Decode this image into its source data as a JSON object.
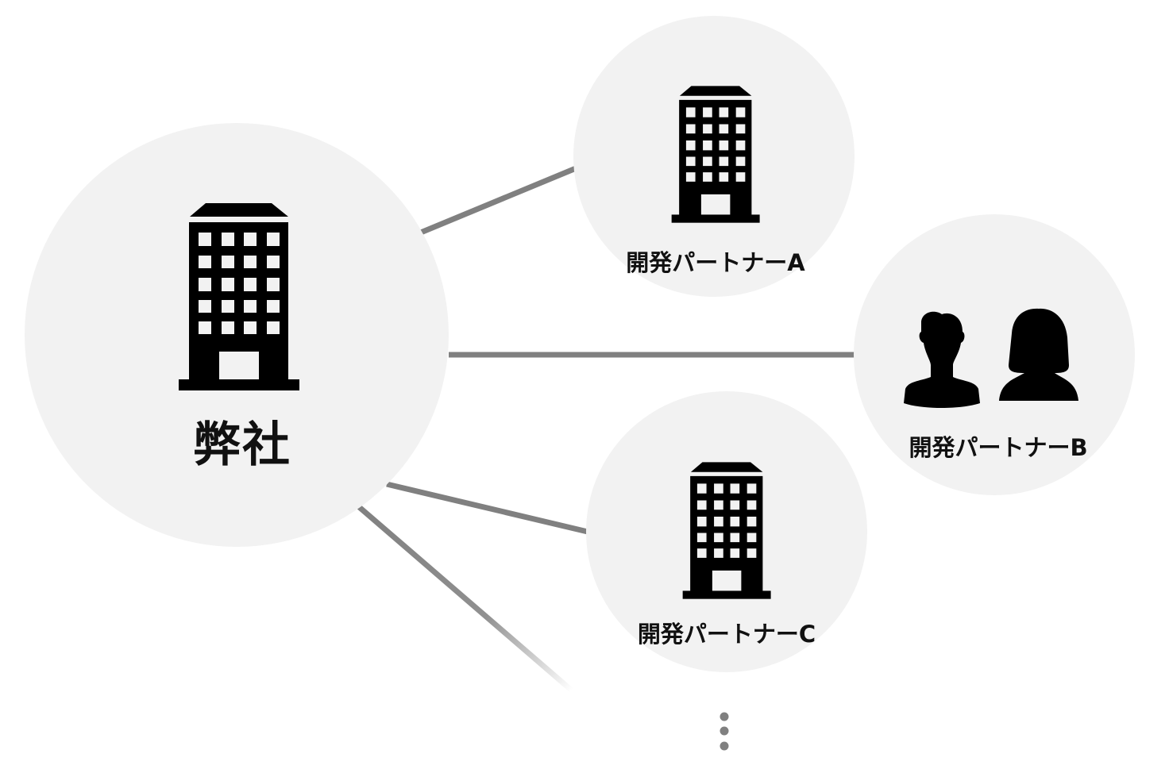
{
  "nodes": {
    "self": {
      "label": "弊社",
      "icon": "building-icon"
    },
    "partner_a": {
      "label": "開発パートナーA",
      "icon": "building-icon"
    },
    "partner_b": {
      "label": "開発パートナーB",
      "icon": "people-icon"
    },
    "partner_c": {
      "label": "開発パートナーC",
      "icon": "building-icon"
    }
  },
  "more_indicator": {
    "icon": "vertical-ellipsis-icon"
  },
  "colors": {
    "circle": "#f2f2f2",
    "line": "#808080",
    "icon": "#000000"
  }
}
